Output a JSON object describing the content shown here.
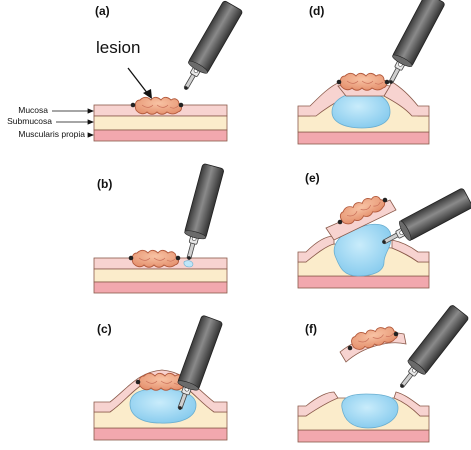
{
  "labels": {
    "lesion": "lesion",
    "mucosa": "Mucosa",
    "submucosa": "Submucosa",
    "muscularis": "Muscularis propia"
  },
  "panels": [
    {
      "id": "a",
      "label": "(a)"
    },
    {
      "id": "b",
      "label": "(b)"
    },
    {
      "id": "c",
      "label": "(c)"
    },
    {
      "id": "d",
      "label": "(d)"
    },
    {
      "id": "e",
      "label": "(e)"
    },
    {
      "id": "f",
      "label": "(f)"
    }
  ],
  "colors": {
    "mucosa": "#f7d3d0",
    "submucosa": "#fbeccb",
    "muscularis": "#f2a8ae",
    "lesion": "#f1a987",
    "fluid": "#9fd6f2",
    "instrument": "#5a5a5a",
    "outline": "#8a5a4a"
  }
}
